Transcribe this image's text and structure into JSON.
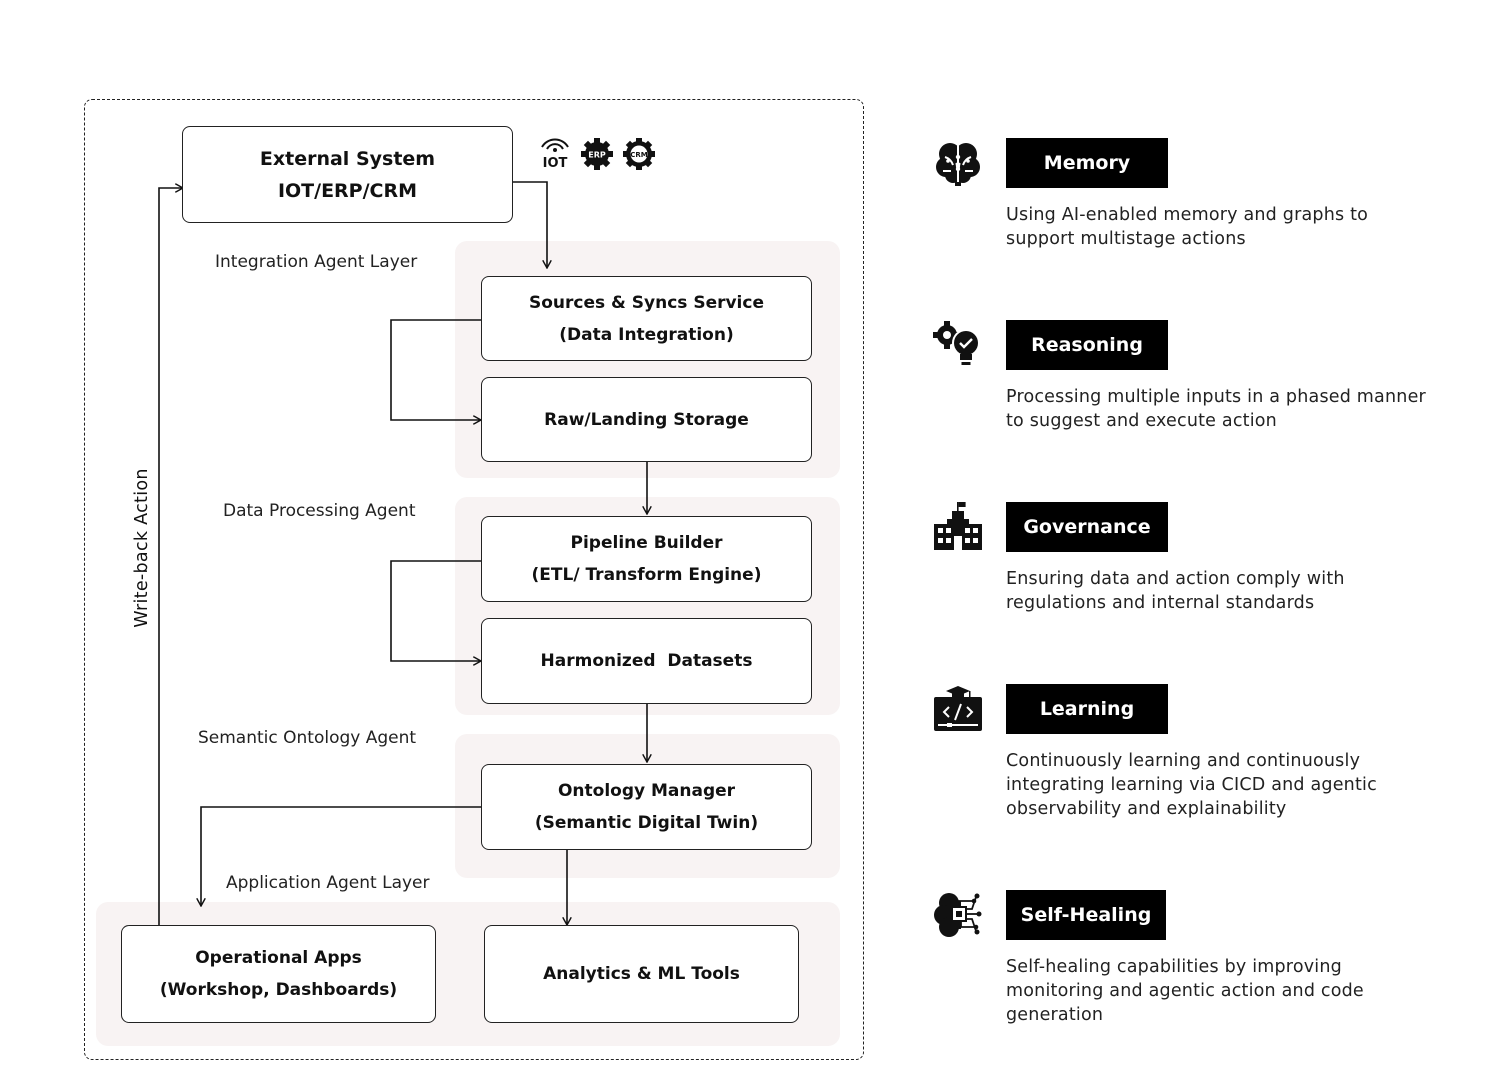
{
  "external": {
    "line1": "External System",
    "line2": "IOT/ERP/CRM"
  },
  "system_icons": [
    "iot-icon",
    "erp-icon",
    "crm-icon"
  ],
  "system_icon_labels": {
    "iot": "IOT",
    "erp": "ERP",
    "crm": "CRM"
  },
  "layers": {
    "integration": "Integration Agent Layer",
    "processing": "Data Processing Agent",
    "semantic": "Semantic Ontology Agent",
    "application": "Application Agent Layer"
  },
  "boxes": {
    "sources": {
      "line1": "Sources & Syncs Service",
      "line2": "(Data Integration)"
    },
    "raw": {
      "line1": "Raw/Landing Storage"
    },
    "pipeline": {
      "line1": "Pipeline Builder",
      "line2": "(ETL/ Transform Engine)"
    },
    "harmonized": {
      "line1": "Harmonized  Datasets"
    },
    "ontology": {
      "line1": "Ontology Manager",
      "line2": "(Semantic Digital Twin)"
    },
    "operational": {
      "line1": "Operational Apps",
      "line2": "(Workshop, Dashboards)"
    },
    "analytics": {
      "line1": "Analytics & ML Tools"
    }
  },
  "writeback_label": "Write-back Action",
  "capabilities": [
    {
      "icon": "brain-icon",
      "title": "Memory",
      "desc": "Using AI-enabled memory and graphs to support multistage actions"
    },
    {
      "icon": "lightbulb-gear-icon",
      "title": "Reasoning",
      "desc": "Processing multiple inputs in a phased manner to suggest and execute action"
    },
    {
      "icon": "government-building-icon",
      "title": "Governance",
      "desc": "Ensuring data and action comply with regulations and internal standards"
    },
    {
      "icon": "code-learning-icon",
      "title": "Learning",
      "desc": "Continuously learning and continuously integrating learning via CICD and agentic observability and explainability"
    },
    {
      "icon": "brain-chip-icon",
      "title": "Self-Healing",
      "desc": "Self-healing capabilities by improving monitoring and agentic action and code generation"
    }
  ],
  "colors": {
    "band": "#f8f3f3",
    "tag_bg": "#000000",
    "tag_text": "#ffffff",
    "line": "#111111"
  }
}
